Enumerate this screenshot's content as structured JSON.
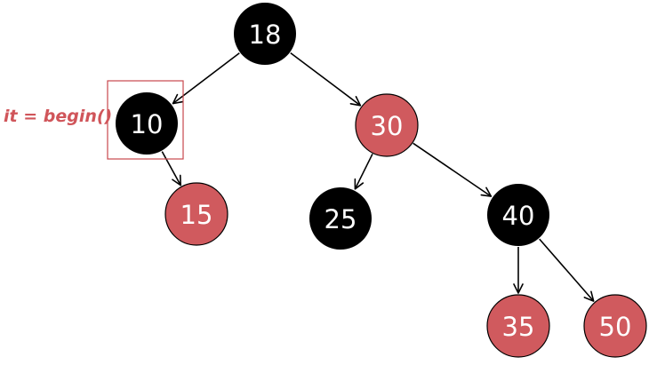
{
  "colors": {
    "black_node": "#000000",
    "red_node": "#d05a5e",
    "red_node_stroke": "#000000",
    "edge": "#000000",
    "highlight": "#c8484d",
    "label_text": "#ffffff"
  },
  "iterator": {
    "label": "it = begin()",
    "points_to": "10"
  },
  "tree": {
    "nodes": [
      {
        "id": "n18",
        "value": "18",
        "color": "black"
      },
      {
        "id": "n10",
        "value": "10",
        "color": "black"
      },
      {
        "id": "n30",
        "value": "30",
        "color": "red"
      },
      {
        "id": "n15",
        "value": "15",
        "color": "red"
      },
      {
        "id": "n25",
        "value": "25",
        "color": "black"
      },
      {
        "id": "n40",
        "value": "40",
        "color": "black"
      },
      {
        "id": "n35",
        "value": "35",
        "color": "red"
      },
      {
        "id": "n50",
        "value": "50",
        "color": "red"
      }
    ],
    "edges": [
      {
        "from": "n18",
        "to": "n10"
      },
      {
        "from": "n18",
        "to": "n30"
      },
      {
        "from": "n10",
        "to": "n15"
      },
      {
        "from": "n30",
        "to": "n25"
      },
      {
        "from": "n30",
        "to": "n40"
      },
      {
        "from": "n40",
        "to": "n35"
      },
      {
        "from": "n40",
        "to": "n50"
      }
    ]
  }
}
